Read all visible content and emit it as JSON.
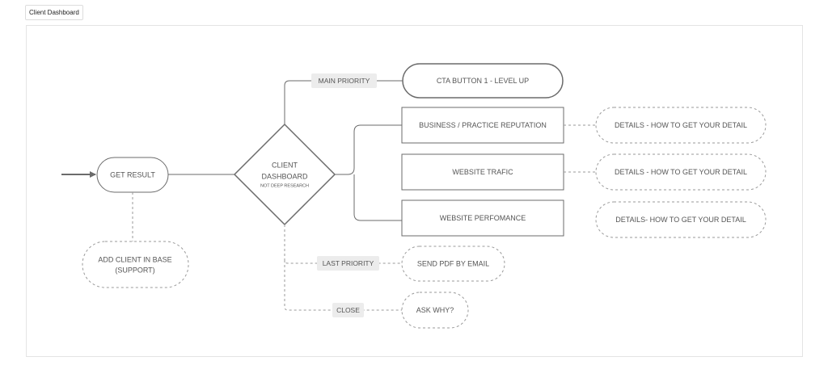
{
  "window": {
    "title": "Client Dashboard"
  },
  "colors": {
    "stroke": "#6b6b6b",
    "dashed": "#9a9a9a",
    "text": "#555555",
    "label_bg": "#ececec"
  },
  "diagram": {
    "start": {
      "label": "GET RESULT",
      "shape": "rounded"
    },
    "support": {
      "line1": "ADD CLIENT IN BASE",
      "line2": "(SUPPORT)",
      "shape": "dashed-rounded"
    },
    "decision": {
      "line1": "CLIENT",
      "line2": "DASHBOARD",
      "subtext": "NOT DEEP RESEARCH",
      "shape": "diamond"
    },
    "edges": {
      "main": "MAIN PRIORITY",
      "last": "LAST PRIORITY",
      "close": "CLOSE"
    },
    "cta": {
      "label": "CTA BUTTON 1 - LEVEL UP"
    },
    "sections": [
      {
        "label": "BUSINESS / PRACTICE REPUTATION",
        "detail": "DETAILS - HOW TO GET YOUR DETAIL"
      },
      {
        "label": "WEBSITE TRAFIC",
        "detail": "DETAILS - HOW TO GET YOUR DETAIL"
      },
      {
        "label": "WEBSITE PERFOMANCE",
        "detail": "DETAILS- HOW TO GET YOUR DETAIL"
      }
    ],
    "send_pdf": {
      "label": "SEND PDF BY EMAIL"
    },
    "ask_why": {
      "label": "ASK WHY?"
    }
  }
}
